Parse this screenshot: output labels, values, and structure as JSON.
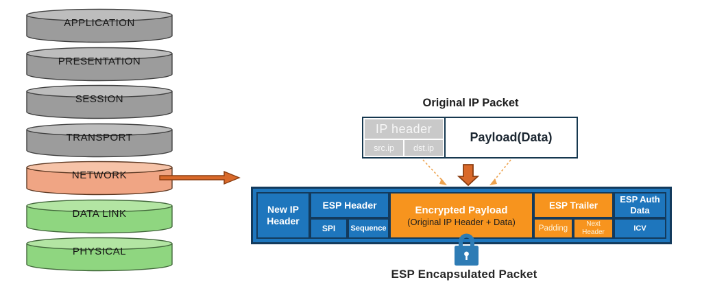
{
  "colors": {
    "blue": "#1e76bd",
    "navy": "#133a5c",
    "orange": "#f7941e",
    "arrow_orange": "#d9692a",
    "arrow_outline": "#8a3d10",
    "dashed_orange": "#eda24e",
    "lock_blue": "#2e7cb5",
    "gray_cell": "#c9c9c9",
    "packet_border": "#16384f"
  },
  "osi": {
    "layers": [
      {
        "label": "APPLICATION",
        "body": "#9c9c9c",
        "top": "#bdbdbd",
        "stroke": "#3f3f3f"
      },
      {
        "label": "PRESENTATION",
        "body": "#9c9c9c",
        "top": "#bdbdbd",
        "stroke": "#3f3f3f"
      },
      {
        "label": "SESSION",
        "body": "#9c9c9c",
        "top": "#bdbdbd",
        "stroke": "#3f3f3f"
      },
      {
        "label": "TRANSPORT",
        "body": "#9c9c9c",
        "top": "#bdbdbd",
        "stroke": "#3f3f3f"
      },
      {
        "label": "NETWORK",
        "body": "#f0a584",
        "top": "#f6c3a8",
        "stroke": "#5e3a24"
      },
      {
        "label": "DATA LINK",
        "body": "#8fd680",
        "top": "#b3e5a3",
        "stroke": "#41663a"
      },
      {
        "label": "PHYSICAL",
        "body": "#8fd680",
        "top": "#b3e5a3",
        "stroke": "#41663a"
      }
    ]
  },
  "original_packet": {
    "title": "Original IP Packet",
    "ip_header": "IP header",
    "src": "src.ip",
    "dst": "dst.ip",
    "payload": "Payload(Data)"
  },
  "esp_packet": {
    "new_ip_header": "New IP\nHeader",
    "esp_header": "ESP Header",
    "spi": "SPI",
    "sequence": "Sequence",
    "encrypted_title": "Encrypted Payload",
    "encrypted_sub": "(Original IP Header + Data)",
    "esp_trailer": "ESP Trailer",
    "padding": "Padding",
    "next_header": "Next\nHeader",
    "esp_auth": "ESP Auth\nData",
    "icv": "ICV"
  },
  "caption": "ESP Encapsulated Packet"
}
